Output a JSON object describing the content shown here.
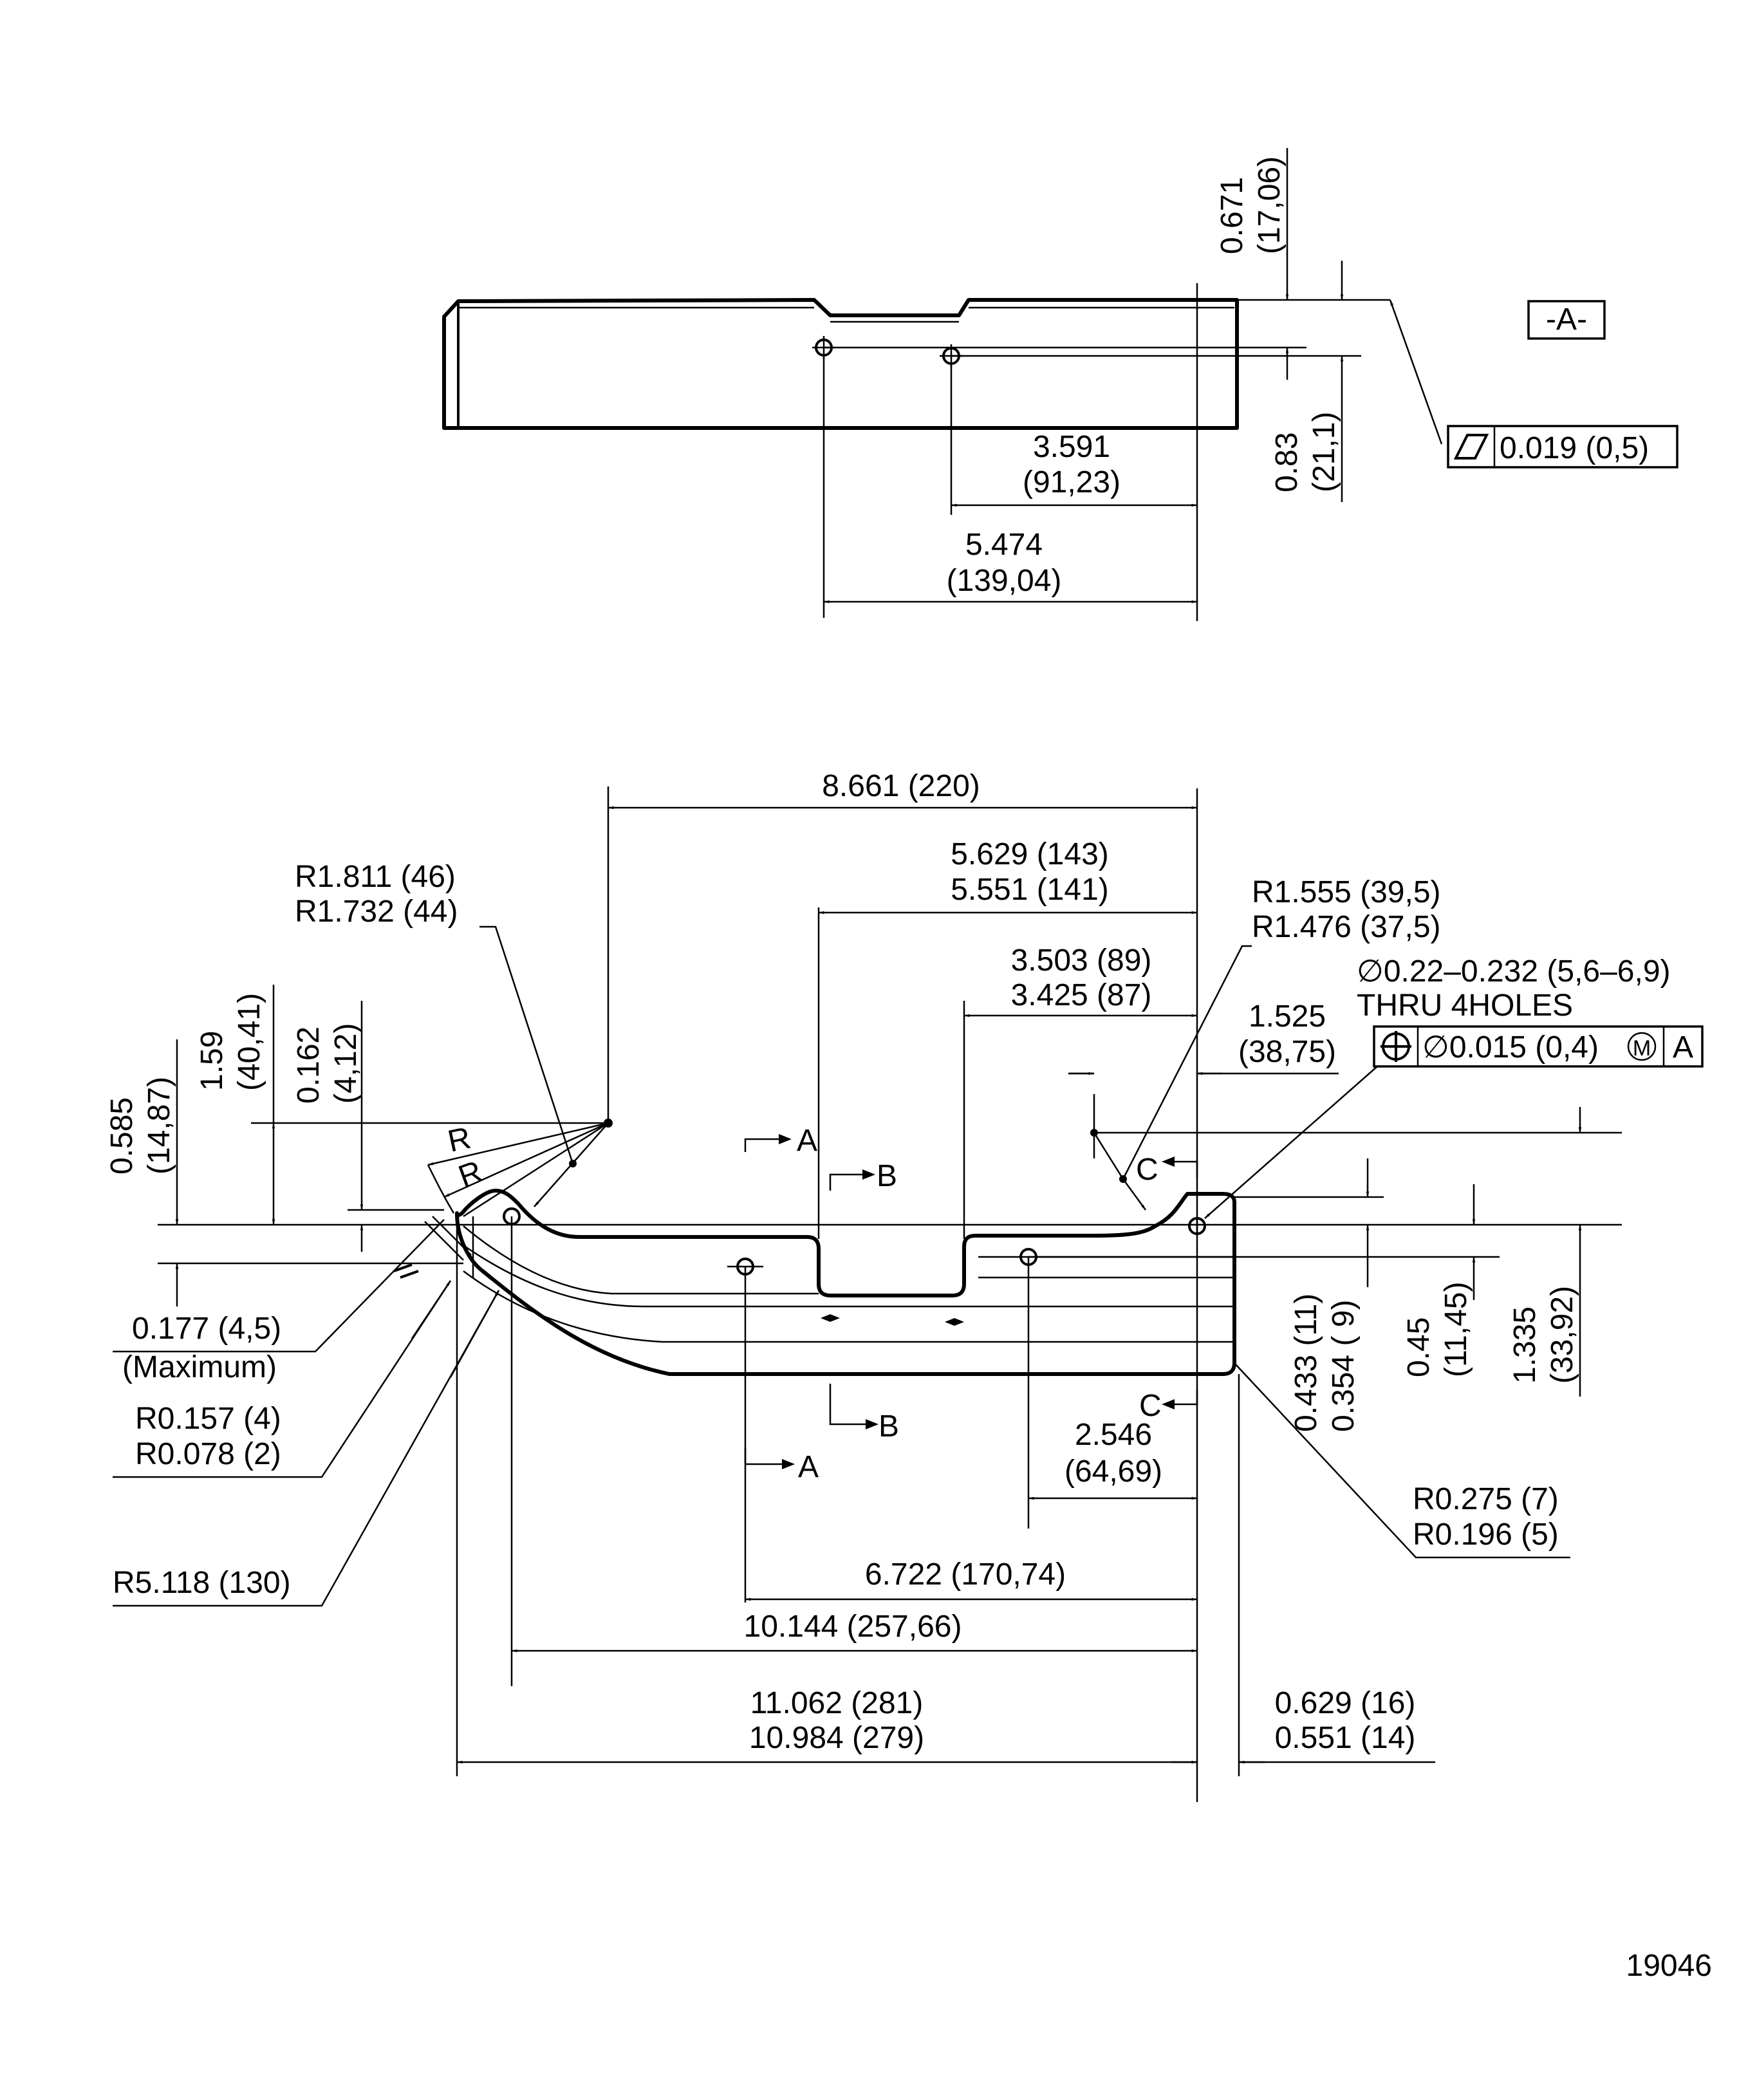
{
  "figure_number": "19046",
  "top_view": {
    "dim_thickness": [
      "0.671",
      "(17,06)"
    ],
    "dim_hole_height": [
      "0.83",
      "(21,1)"
    ],
    "dim_hole2": [
      "3.591",
      "(91,23)"
    ],
    "dim_hole1": [
      "5.474",
      "(139,04)"
    ],
    "datum": "-A-",
    "flatness": "0.019 (0,5)"
  },
  "main_view": {
    "overall_top": "8.661 (220)",
    "notch_a": [
      "5.629 (143)",
      "5.551 (141)"
    ],
    "notch_b": [
      "3.503 (89)",
      "3.425 (87)"
    ],
    "radius_left": [
      "R1.811 (46)",
      "R1.732 (44)"
    ],
    "radius_right": [
      "R1.555 (39,5)",
      "R1.476 (37,5)"
    ],
    "hole_spec": [
      "∅0.22–0.232 (5,6–6,9)",
      "THRU  4HOLES"
    ],
    "position_tol": {
      "symbol": "⊕",
      "value": "∅0.015 (0,4)",
      "modifier": "M",
      "datum": "A"
    },
    "hole_offset": [
      "1.525",
      "(38,75)"
    ],
    "dim_159": [
      "1.59",
      "(40,41)"
    ],
    "dim_0162": [
      "0.162",
      "(4,12)"
    ],
    "dim_0585": [
      "0.585",
      "(14,87)"
    ],
    "r_label_1": "R",
    "r_label_2": "R",
    "dim_0177": [
      "0.177 (4,5)",
      "(Maximum)"
    ],
    "r_small": [
      "R0.157 (4)",
      "R0.078 (2)"
    ],
    "r_large": "R5.118 (130)",
    "section_a": "A",
    "section_b": "B",
    "section_c": "C",
    "dim_2546": [
      "2.546",
      "(64,69)"
    ],
    "r_corner": [
      "R0.275 (7)",
      "R0.196 (5)"
    ],
    "dim_0433": [
      "0.433 (11)",
      "0.354 (  9)"
    ],
    "dim_045": [
      "0.45",
      "(11,45)"
    ],
    "dim_1335": [
      "1.335",
      "(33,92)"
    ],
    "dim_6722": "6.722 (170,74)",
    "dim_10144": "10.144 (257,66)",
    "dim_overall": [
      "11.062 (281)",
      "10.984 (279)"
    ],
    "dim_0629": [
      "0.629 (16)",
      "0.551 (14)"
    ]
  }
}
